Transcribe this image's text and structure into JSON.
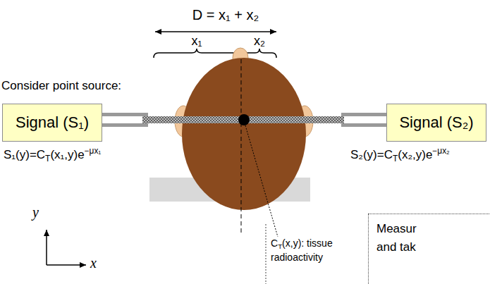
{
  "diagram": {
    "nodes": [
      {
        "text": [
          "Signal (S₁)"
        ]
      },
      {
        "text": [
          "Signal (S₂)"
        ]
      },
      {
        "text": [
          "Measur",
          "and tak"
        ]
      }
    ],
    "edges": [],
    "labels": [
      "D = x₁ + x₂",
      "x₁",
      "x₂",
      "Consider point source:",
      "S₁(y)=C",
      "T",
      "(x₁,y)e",
      "−μx₁",
      "S₂(y)=C",
      "T",
      "(x₂,y)e",
      "−μx₂",
      "C",
      "T",
      "(x,y): tissue",
      "radioactivity",
      "y",
      "x"
    ]
  }
}
